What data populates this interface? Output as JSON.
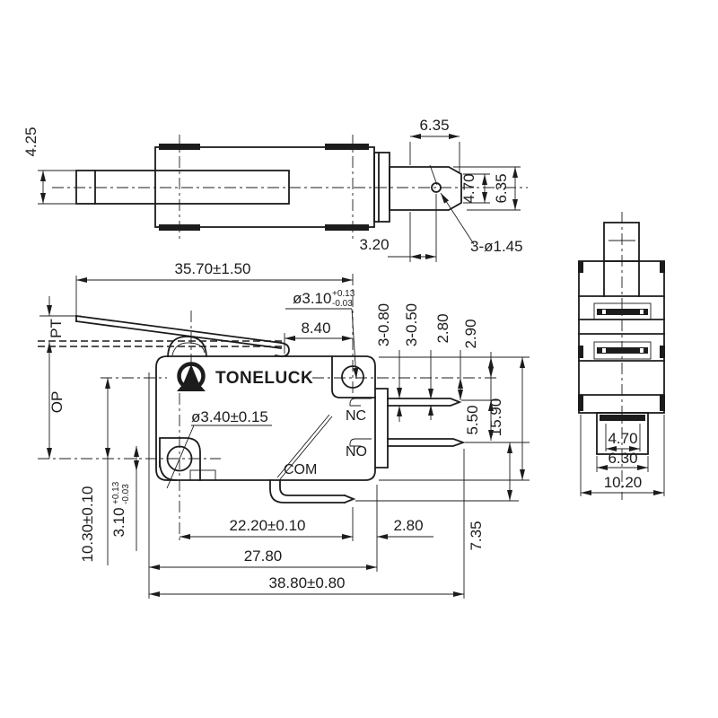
{
  "drawing": {
    "brand": "TONELUCK",
    "line_color": "#1c1c1c",
    "background": "#ffffff"
  },
  "top_view": {
    "dim_lever_width": "4.25",
    "dim_terminal_len": "6.35",
    "dim_tab_width": "4.70",
    "dim_terminal_height": "6.35",
    "dim_hole_offset": "3.20",
    "dim_hole_callout": "3-ø1.45"
  },
  "front_view": {
    "dim_lever_length": "35.70±1.50",
    "dim_top_hole_dia": "ø3.10",
    "dim_top_hole_tol_plus": "+0.13",
    "dim_top_hole_tol_minus": "-0.03",
    "dim_lever_to_hole": "8.40",
    "label_pt": "PT",
    "label_op": "OP",
    "dim_mount_hole": "ø3.40±0.15",
    "label_nc": "NC",
    "label_no": "NO",
    "label_com": "COM",
    "dim_blade_thick_1": "3-0.80",
    "dim_blade_thick_2": "3-0.50",
    "dim_hole_to_nc": "2.80",
    "dim_top_to_hole": "2.90",
    "dim_nc_to_no": "5.50",
    "dim_body_height": "15.90",
    "dim_no_to_com": "7.35",
    "dim_hole_spacing": "10.30±0.10",
    "dim_slot_height": "3.10",
    "dim_slot_tol_plus": "+0.13",
    "dim_slot_tol_minus": "-0.03",
    "dim_hole_to_tip": "22.20±0.10",
    "dim_tip_to_edge": "2.80",
    "dim_body_width": "27.80",
    "dim_overall_length": "38.80±0.80"
  },
  "side_view": {
    "dim_blade_width": "4.70",
    "dim_slot_width": "6.30",
    "dim_body_depth": "10.20"
  }
}
